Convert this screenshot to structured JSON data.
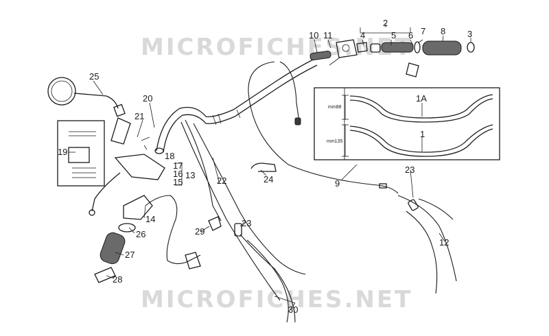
{
  "watermark": {
    "top": "MICROFICHES.NET",
    "bottom": "MICROFICHES.NET"
  },
  "inset": {
    "dim_upper": "mm88",
    "dim_lower": "mm135",
    "variant_a_label": "1A",
    "variant_b_label": "1"
  },
  "callouts": {
    "c1": "1",
    "c1a": "1A",
    "c2": "2",
    "c3": "3",
    "c4": "4",
    "c5": "5",
    "c6": "6",
    "c7": "7",
    "c8": "8",
    "c9": "9",
    "c10": "10",
    "c11": "11",
    "c12": "12",
    "c13": "13",
    "c14": "14",
    "c15": "15",
    "c16": "16",
    "c17": "17",
    "c18": "18",
    "c19": "19",
    "c20": "20",
    "c21": "21",
    "c22": "22",
    "c23a": "23",
    "c23b": "23",
    "c24": "24",
    "c25": "25",
    "c26": "26",
    "c27": "27",
    "c28": "28",
    "c29": "29",
    "c30": "30"
  }
}
